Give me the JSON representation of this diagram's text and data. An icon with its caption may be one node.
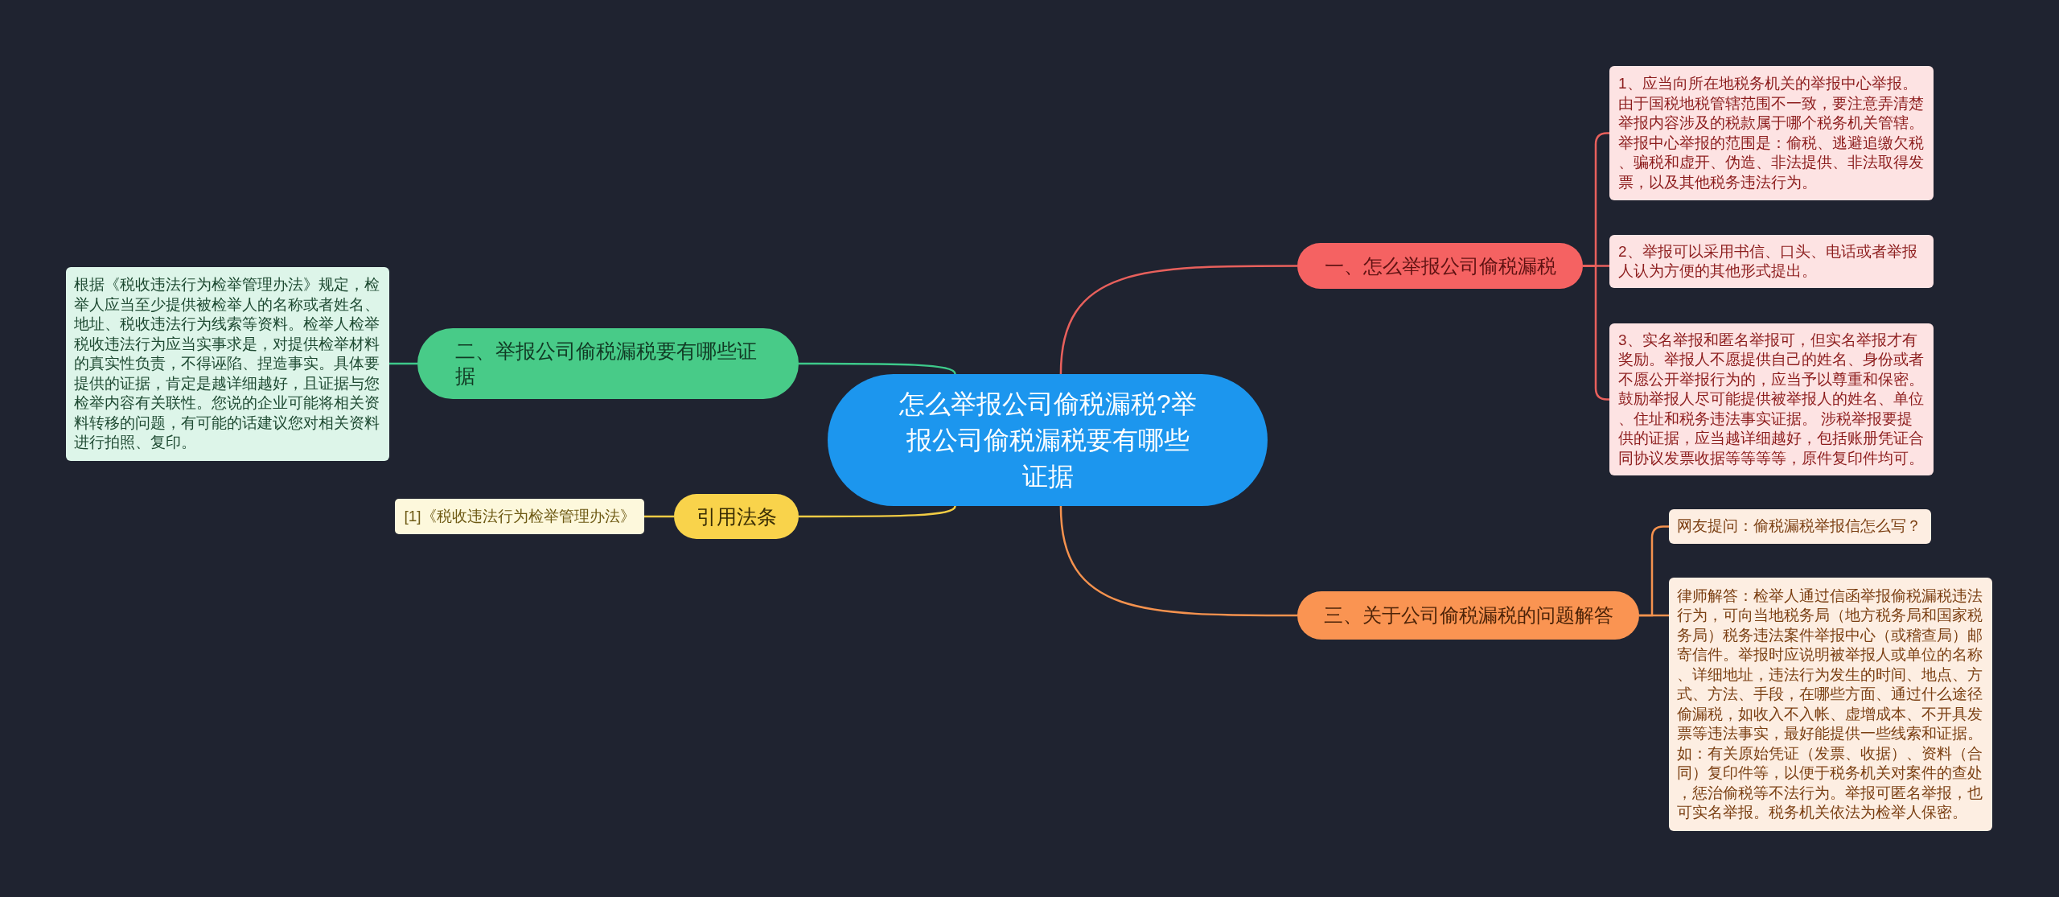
{
  "diagram": {
    "nodes": [
      {
        "text": [
          "怎么举报公司偷税漏税?举报公司偷税漏税要有哪些证据"
        ]
      },
      {
        "text": [
          "一、怎么举报公司偷税漏税"
        ]
      },
      {
        "text": [
          "1、应当向所在地税务机关的举报中心举报。由于国税地税管辖范围不一致，要注意弄清楚举报内容涉及的税款属于哪个税务机关管辖。举报中心举报的范围是：偷税、逃避追缴欠税、骗税和虚开、伪造、非法提供、非法取得发票，以及其他税务违法行为。"
        ]
      },
      {
        "text": [
          "2、举报可以采用书信、口头、电话或者举报人认为方便的其他形式提出。"
        ]
      },
      {
        "text": [
          "3、实名举报和匿名举报可，但实名举报才有奖励。举报人不愿提供自己的姓名、身份或者不愿公开举报行为的，应当予以尊重和保密。鼓励举报人尽可能提供被举报人的姓名、单位、住址和税务违法事实证据。 涉税举报要提供的证据，应当越详细越好，包括账册凭证合同协议发票收据等等等等，原件复印件均可。"
        ]
      },
      {
        "text": [
          "二、举报公司偷税漏税要有哪些证据"
        ]
      },
      {
        "text": [
          "根据《税收违法行为检举管理办法》规定，检举人应当至少提供被检举人的名称或者姓名、地址、税收违法行为线索等资料。检举人检举税收违法行为应当实事求是，对提供检举材料的真实性负责，不得诬陷、捏造事实。具体要提供的证据，肯定是越详细越好，且证据与您检举内容有关联性。您说的企业可能将相关资料转移的问题，有可能的话建议您对相关资料进行拍照、复印。"
        ]
      },
      {
        "text": [
          "三、关于公司偷税漏税的问题解答"
        ]
      },
      {
        "text": [
          "网友提问：偷税漏税举报信怎么写？"
        ]
      },
      {
        "text": [
          "律师解答：检举人通过信函举报偷税漏税违法行为，可向当地税务局（地方税务局和国家税务局）税务违法案件举报中心（或稽查局）邮寄信件。举报时应说明被举报人或单位的名称、详细地址，违法行为发生的时间、地点、方式、方法、手段，在哪些方面、通过什么途径偷漏税，如收入不入帐、虚增成本、不开具发票等违法事实，最好能提供一些线索和证据。如：有关原始凭证（发票、收据）、资料（合同）复印件等，以便于税务机关对案件的查处，惩治偷税等不法行为。举报可匿名举报，也可实名举报。税务机关依法为检举人保密。"
        ]
      },
      {
        "text": [
          "引用法条"
        ]
      },
      {
        "text": [
          "[1]《税收违法行为检举管理办法》"
        ]
      }
    ],
    "edges": [
      {
        "from": 0,
        "to": 1,
        "arrow": "none",
        "color": "#e8605c"
      },
      {
        "from": 1,
        "to": 2,
        "arrow": "none",
        "color": "#e8605c"
      },
      {
        "from": 1,
        "to": 3,
        "arrow": "none",
        "color": "#e8605c"
      },
      {
        "from": 1,
        "to": 4,
        "arrow": "none",
        "color": "#e8605c"
      },
      {
        "from": 0,
        "to": 5,
        "arrow": "none",
        "color": "#3dc98a"
      },
      {
        "from": 5,
        "to": 6,
        "arrow": "none",
        "color": "#3dc98a"
      },
      {
        "from": 0,
        "to": 7,
        "arrow": "none",
        "color": "#f5924e"
      },
      {
        "from": 7,
        "to": 8,
        "arrow": "none",
        "color": "#f5924e"
      },
      {
        "from": 7,
        "to": 9,
        "arrow": "none",
        "color": "#f5924e"
      },
      {
        "from": 0,
        "to": 10,
        "arrow": "none",
        "color": "#f2cc44"
      },
      {
        "from": 10,
        "to": 11,
        "arrow": "none",
        "color": "#f2cc44"
      }
    ]
  }
}
